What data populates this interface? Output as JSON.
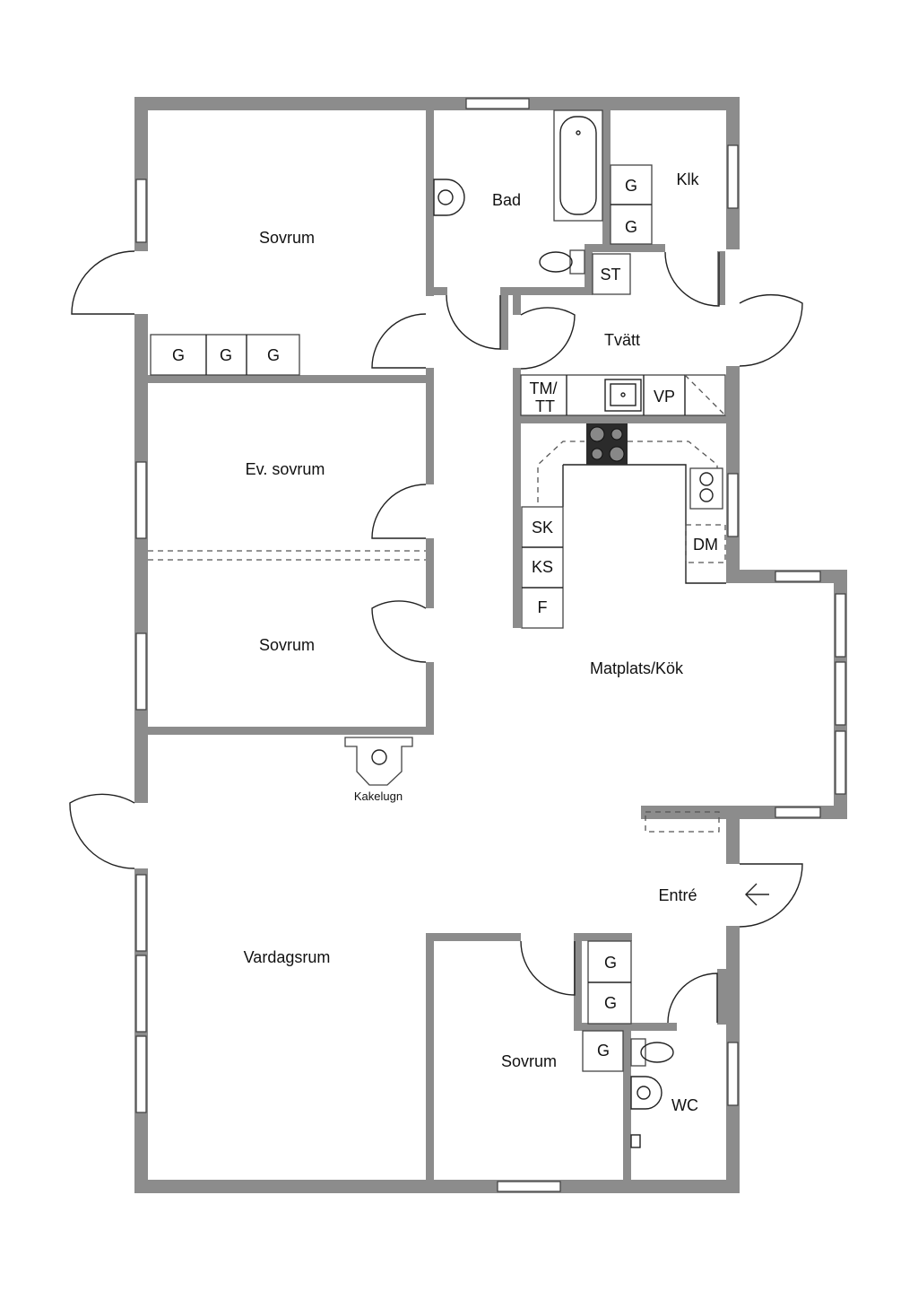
{
  "rooms": {
    "sovrum_top": "Sovrum",
    "bad": "Bad",
    "klk": "Klk",
    "st": "ST",
    "tvatt": "Tvätt",
    "tmtt_1": "TM/",
    "tmtt_2": "TT",
    "vp": "VP",
    "ev_sovrum": "Ev. sovrum",
    "sovrum_mid": "Sovrum",
    "sk": "SK",
    "ks": "KS",
    "f": "F",
    "dm": "DM",
    "matplats": "Matplats/Kök",
    "kakelugn": "Kakelugn",
    "entre": "Entré",
    "vardagsrum": "Vardagsrum",
    "sovrum_bottom": "Sovrum",
    "wc": "WC"
  },
  "closets": {
    "g1": "G",
    "g2": "G",
    "g3": "G",
    "g4": "G",
    "g5": "G",
    "g6": "G",
    "g7": "G",
    "g8": "G"
  },
  "colors": {
    "wall": "#8c8c8c",
    "line": "#222222",
    "background": "#ffffff"
  }
}
